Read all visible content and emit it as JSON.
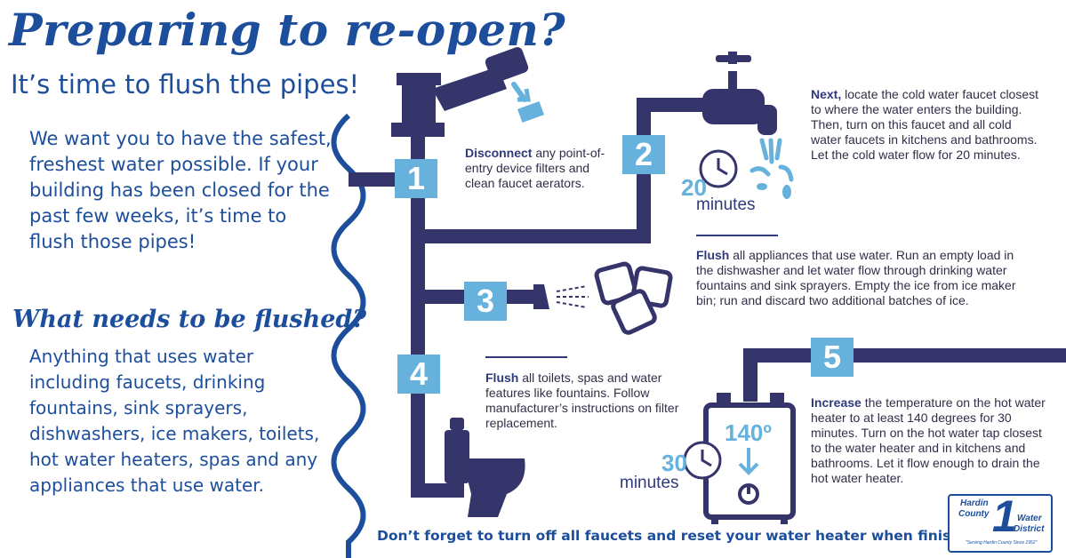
{
  "header": {
    "title": "Preparing to re-open?",
    "subtitle": "It’s time to flush the pipes!"
  },
  "intro": "We want you to have the safest, freshest water possible. If your building has been closed for the past few weeks, it’s time to flush those pipes!",
  "needs": {
    "heading": "What needs to be flushed?",
    "body": "Anything that uses water including faucets, drinking fountains, sink sprayers, dishwashers, ice makers, toilets, hot water heaters, spas and any appliances that use water."
  },
  "steps": [
    {
      "number": "1",
      "lead": "Disconnect",
      "text": " any point-of-entry device filters and clean faucet aerators."
    },
    {
      "number": "2",
      "lead": "Next,",
      "text": " locate the cold water faucet closest to where the water enters the building. Then, turn on this faucet and all cold water faucets in kitchens and bathrooms. Let the cold water flow for 20 minutes."
    },
    {
      "number": "3",
      "lead": "Flush",
      "text": " all appliances that use water. Run an empty load in the dishwasher and let water flow through drinking water fountains and sink sprayers. Empty the ice from ice maker bin; run and discard two additional batches of ice."
    },
    {
      "number": "4",
      "lead": "Flush",
      "text": " all toilets, spas and water features like fountains. Follow manufacturer’s instructions on filter replacement."
    },
    {
      "number": "5",
      "lead": "Increase",
      "text": " the temperature on the hot water heater to at least 140 degrees for 30 minutes. Turn on the hot water tap closest to the water heater and in kitchens and bathrooms. Let it flow enough to drain the hot water heater."
    }
  ],
  "timers": {
    "cold": {
      "value": "20",
      "unit": "minutes"
    },
    "hot": {
      "value": "30",
      "unit": "minutes"
    },
    "temperature": "140º"
  },
  "footer": "Don’t forget to turn off all faucets and reset your water heater when finished!",
  "logo": {
    "line1": "Hardin",
    "line2": "County",
    "numeral": "1",
    "line3": "Water",
    "line4": "District",
    "tagline": "\"Serving Hardin County Since 1952\""
  },
  "colors": {
    "brand_blue": "#1c4e9c",
    "pipe_navy": "#35356b",
    "accent_light_blue": "#66b2dc",
    "body_text": "#2f2f48"
  }
}
